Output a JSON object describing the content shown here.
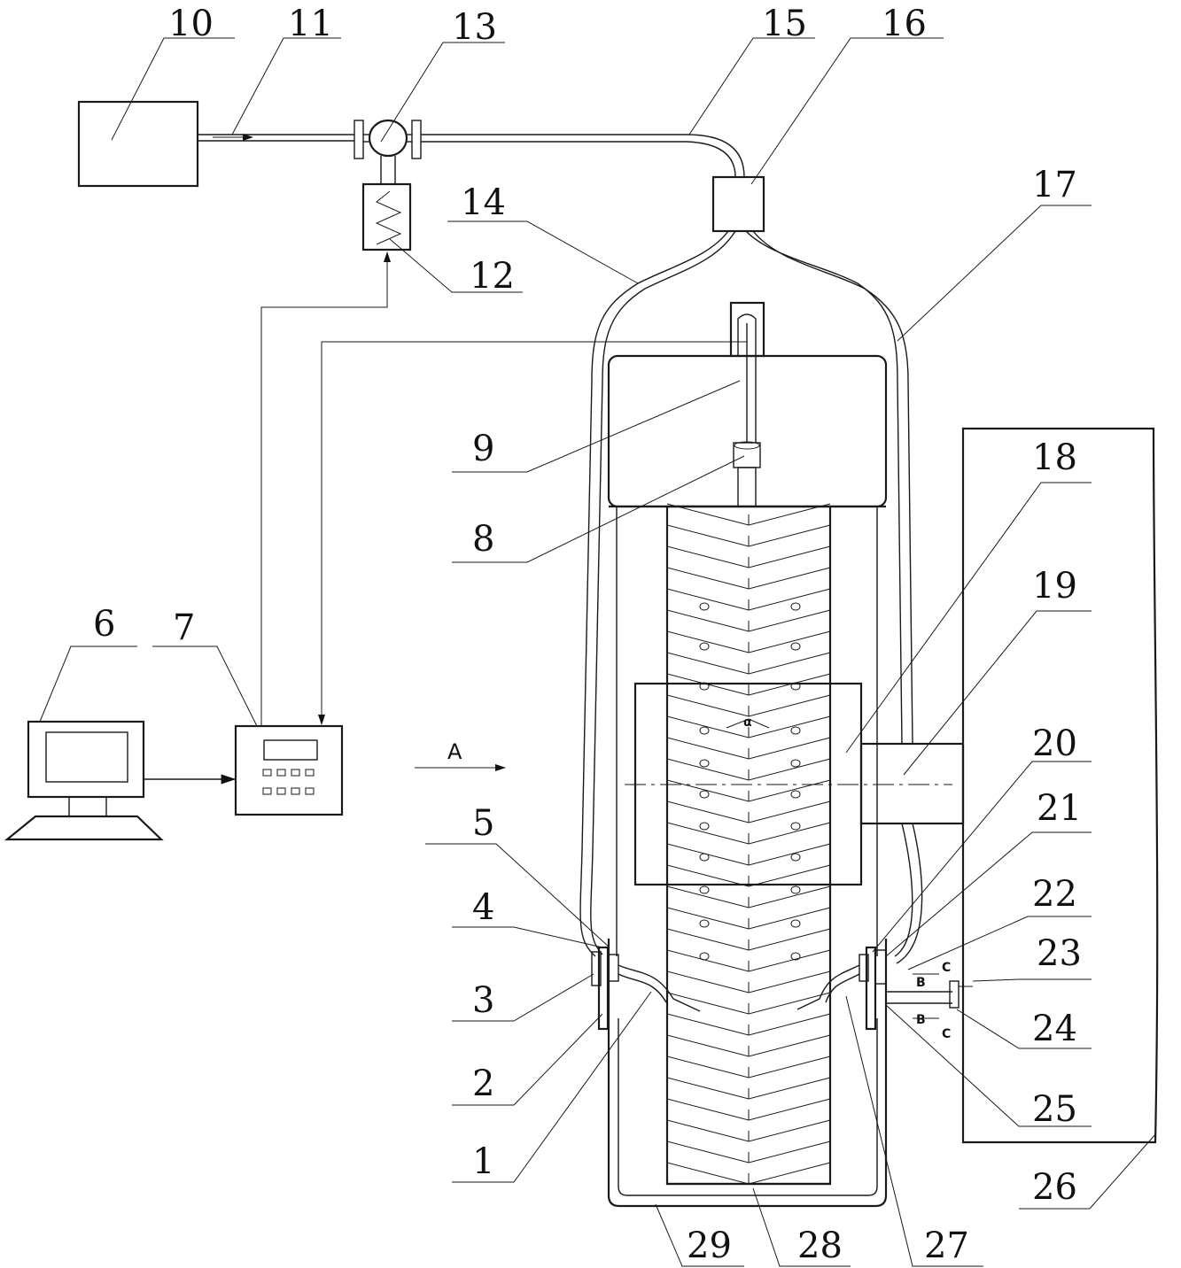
{
  "labels": {
    "l1": "1",
    "l2": "2",
    "l3": "3",
    "l4": "4",
    "l5": "5",
    "l6": "6",
    "l7": "7",
    "l8": "8",
    "l9": "9",
    "l10": "10",
    "l11": "11",
    "l12": "12",
    "l13": "13",
    "l14": "14",
    "l15": "15",
    "l16": "16",
    "l17": "17",
    "l18": "18",
    "l19": "19",
    "l20": "20",
    "l21": "21",
    "l22": "22",
    "l23": "23",
    "l24": "24",
    "l25": "25",
    "l26": "26",
    "l27": "27",
    "l28": "28",
    "l29": "29"
  },
  "markers": {
    "view_a": "A",
    "angle": "α",
    "section_b": "B",
    "section_c": "C"
  }
}
